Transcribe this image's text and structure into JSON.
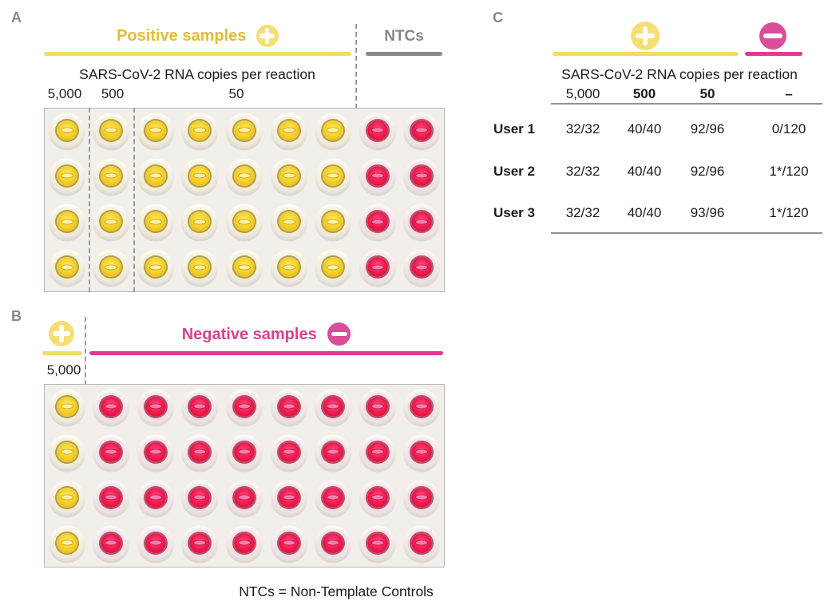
{
  "panels": {
    "a": {
      "label": "A",
      "positive_title": "Positive samples",
      "ntc_title": "NTCs",
      "axis_title": "SARS-CoV-2 RNA copies per reaction",
      "col_labels": [
        "5,000",
        "500",
        "50"
      ],
      "plate": {
        "rows": 4,
        "cols": 9,
        "wells": [
          [
            "yellow",
            "yellow",
            "yellow",
            "yellow",
            "yellow",
            "yellow",
            "yellow",
            "red",
            "red"
          ],
          [
            "yellow",
            "yellow",
            "yellow",
            "yellow",
            "yellow",
            "yellow",
            "yellow",
            "red",
            "red"
          ],
          [
            "yellow",
            "yellow",
            "yellow",
            "yellow",
            "yellow",
            "yellow",
            "yellow",
            "red",
            "red"
          ],
          [
            "yellow",
            "yellow",
            "yellow",
            "yellow",
            "yellow",
            "yellow",
            "yellow",
            "red",
            "red"
          ]
        ]
      }
    },
    "b": {
      "label": "B",
      "negative_title": "Negative samples",
      "col_label": "5,000",
      "plate": {
        "rows": 4,
        "cols": 9,
        "wells": [
          [
            "yellow",
            "red",
            "red",
            "red",
            "red",
            "red",
            "red",
            "red",
            "red"
          ],
          [
            "yellow",
            "red",
            "red",
            "red",
            "red",
            "red",
            "red",
            "red",
            "red"
          ],
          [
            "yellow",
            "red",
            "red",
            "red",
            "red",
            "red",
            "red",
            "red",
            "red"
          ],
          [
            "yellow",
            "red",
            "red",
            "red",
            "red",
            "red",
            "red",
            "red",
            "red"
          ]
        ]
      }
    },
    "c": {
      "label": "C",
      "axis_title": "SARS-CoV-2 RNA copies per reaction",
      "col_headers": [
        "5,000",
        "500",
        "50",
        "–"
      ],
      "rows": [
        {
          "user": "User 1",
          "values": [
            "32/32",
            "40/40",
            "92/96",
            "0/120"
          ]
        },
        {
          "user": "User 2",
          "values": [
            "32/32",
            "40/40",
            "92/96",
            "1*/120"
          ]
        },
        {
          "user": "User 3",
          "values": [
            "32/32",
            "40/40",
            "93/96",
            "1*/120"
          ]
        }
      ]
    }
  },
  "footnote": "NTCs = Non-Template Controls",
  "icons": {
    "plus": "+",
    "minus": "−"
  },
  "colors": {
    "gold_text": "#e3bd33",
    "yellow_accent": "#f3db67",
    "yellow_icon_fill": "#f6de74",
    "pink_text": "#dd4090",
    "pink_accent": "#e03a92",
    "pink_icon_fill": "#d94e9a",
    "gray_text": "#85878a",
    "well_yellow": "#f2c91d",
    "well_red": "#e6173e",
    "plate_background": "#f2efeb"
  }
}
